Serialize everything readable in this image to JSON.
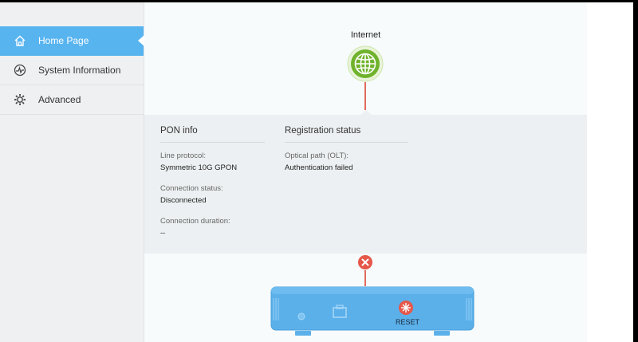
{
  "sidebar": {
    "items": [
      {
        "label": "Home Page",
        "icon": "home-icon",
        "active": true
      },
      {
        "label": "System Information",
        "icon": "system-info-icon",
        "active": false
      },
      {
        "label": "Advanced",
        "icon": "gear-icon",
        "active": false
      }
    ]
  },
  "topology": {
    "internet_label": "Internet",
    "device_reset_label": "RESET"
  },
  "pon_info": {
    "title": "PON info",
    "fields": [
      {
        "label": "Line protocol:",
        "value": "Symmetric 10G GPON"
      },
      {
        "label": "Connection status:",
        "value": "Disconnected"
      },
      {
        "label": "Connection duration:",
        "value": "--"
      }
    ]
  },
  "registration": {
    "title": "Registration status",
    "fields": [
      {
        "label": "Optical path (OLT):",
        "value": "Authentication failed"
      }
    ]
  },
  "colors": {
    "active_sidebar": "#58b4ef",
    "globe_green": "#6fb22c",
    "error_red": "#e5574a",
    "device_blue": "#5bb0ea"
  }
}
